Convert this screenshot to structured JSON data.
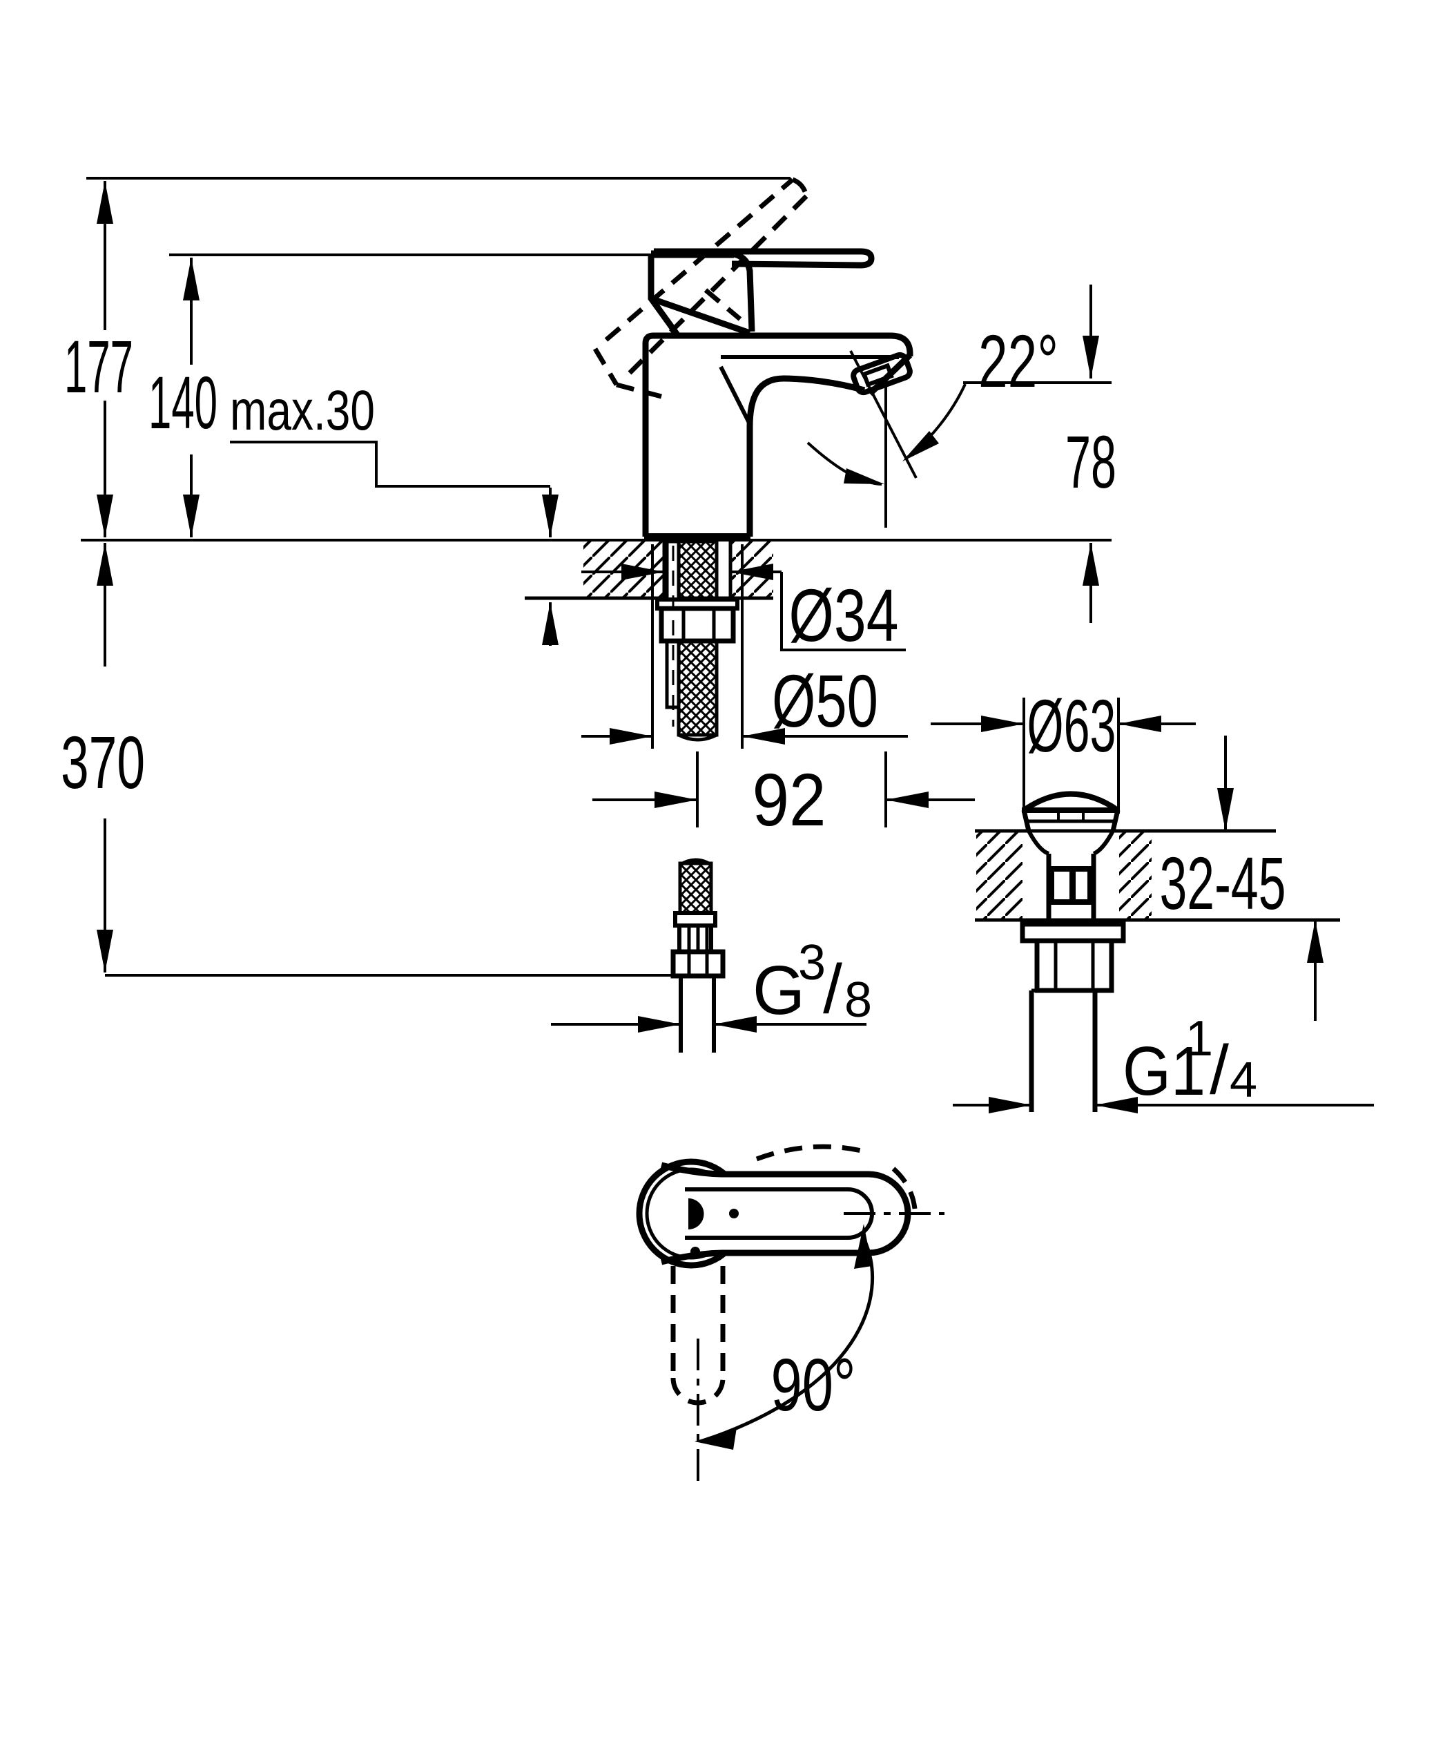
{
  "drawing_type": "faucet-installation-dimensional-drawing",
  "colors": {
    "ink": "#000000",
    "paper": "#ffffff"
  },
  "dimensions": {
    "height_total": "177",
    "height_to_lever": "140",
    "deck_max_thickness": "max.30",
    "spout_angle": "22°",
    "spout_outlet_height": "78",
    "mounting_hole_diameter": "Ø34",
    "base_diameter": "Ø50",
    "hose_drop_length": "370",
    "spout_projection": "92",
    "waste_flange_diameter": "Ø63",
    "waste_deck_thickness_range": "32-45",
    "handle_swivel_angle": "90°",
    "supply_thread": {
      "g": "G",
      "sup": "3",
      "slash": "/",
      "sub": "8"
    },
    "waste_thread": {
      "g": "G1",
      "sup": "1",
      "slash": "/",
      "sub": "4"
    }
  }
}
